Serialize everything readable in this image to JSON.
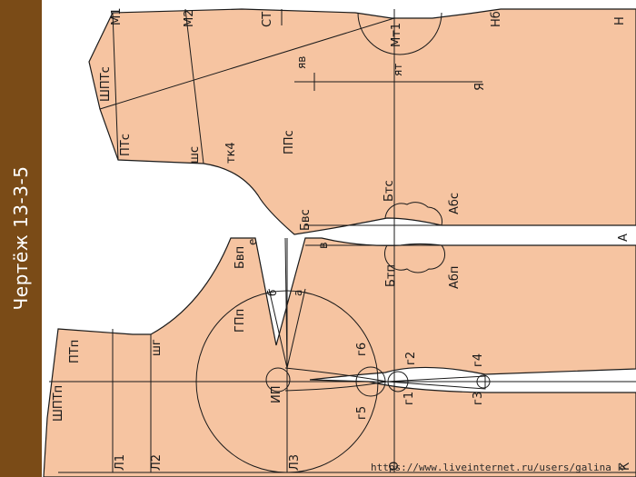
{
  "side_title": "Чертёж 13-3-5",
  "colors": {
    "side_band": "#7a4b17",
    "fabric": "#f6c4a1",
    "line": "#1a1a1a"
  },
  "labels": {
    "m1": "М1",
    "m2": "М2",
    "st": "СТ",
    "mt1": "Мт1",
    "nb": "Нб",
    "n": "Н",
    "shpts": "ШПТс",
    "yav": "яв",
    "yat": "ят",
    "ya": "Я",
    "pts": "ПТс",
    "shs": "шс",
    "tk4": "тк4",
    "pps": "ППс",
    "bts": "Бтс",
    "abs": "Абс",
    "bvs": "Бвс",
    "a": "А",
    "v": "в",
    "bvp": "Бвп",
    "e": "е",
    "btp": "Бтп",
    "abp": "Абп",
    "b": "б",
    "a_small": "а",
    "gpp": "ГПп",
    "g6": "г6",
    "g2": "г2",
    "g4": "г4",
    "ptp": "ПТп",
    "shg": "шг",
    "ip": "ИП",
    "g5": "г5",
    "g1": "г1",
    "g3": "г3",
    "shptp": "ШПТп",
    "l1": "Л1",
    "l2": "Л2",
    "l3": "Л3",
    "o": "О",
    "k": "К"
  },
  "watermark": "https://www.liveinternet.ru/users/galina_k"
}
